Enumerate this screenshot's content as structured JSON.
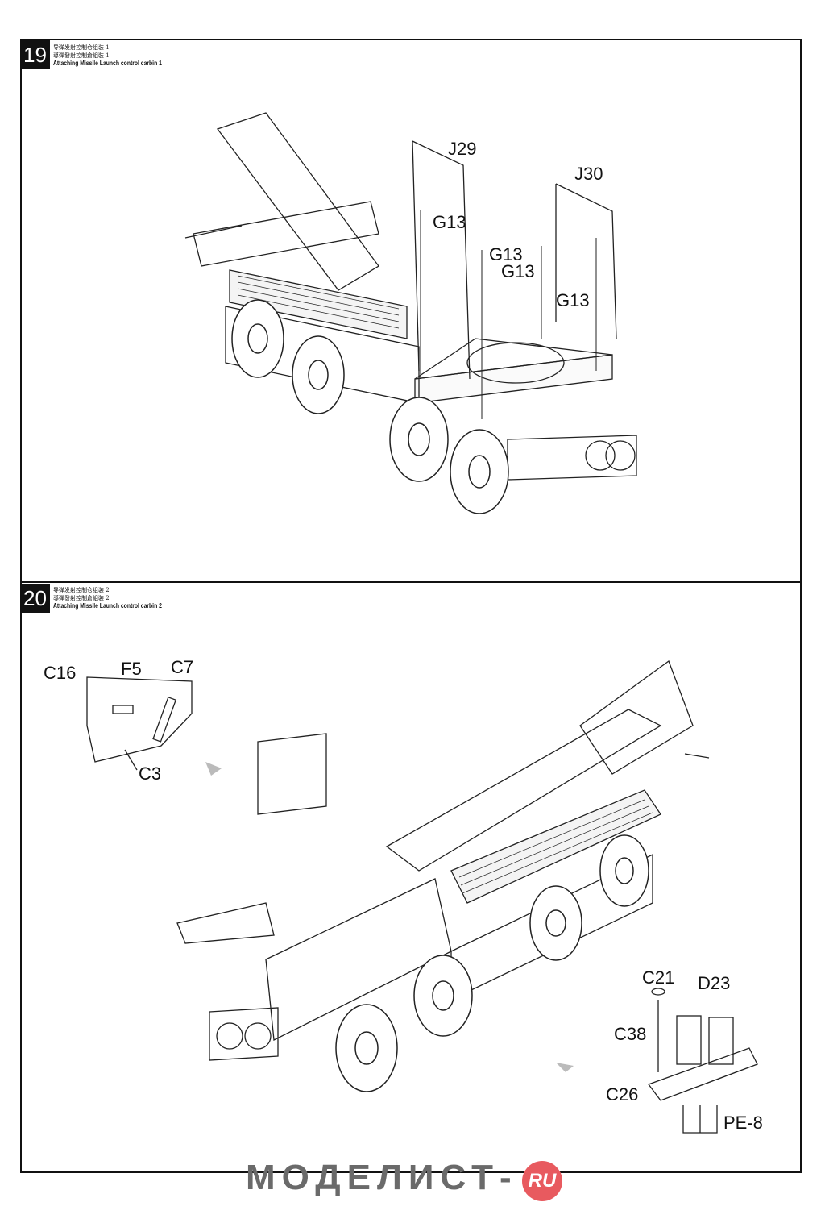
{
  "steps": [
    {
      "number": "19",
      "title_cn_simplified": "导弹发射控制仓组装 1",
      "title_cn_traditional": "導彈發射控制倉組裝 1",
      "title_en": "Attaching Missile Launch control carbin 1",
      "parts": [
        "J29",
        "G13",
        "G13",
        "G13",
        "J30",
        "G13"
      ]
    },
    {
      "number": "20",
      "title_cn_simplified": "导弹发射控制仓组装 2",
      "title_cn_traditional": "導彈發射控制倉組裝 2",
      "title_en": "Attaching Missile Launch control carbin 2",
      "parts": [
        "C16",
        "F5",
        "C7",
        "C3",
        "C21",
        "D23",
        "C38",
        "C26",
        "PE-8"
      ]
    }
  ],
  "watermark": {
    "text": "МОДЕЛИСТ-",
    "badge": "RU",
    "badge_color": "#e85a5f"
  }
}
